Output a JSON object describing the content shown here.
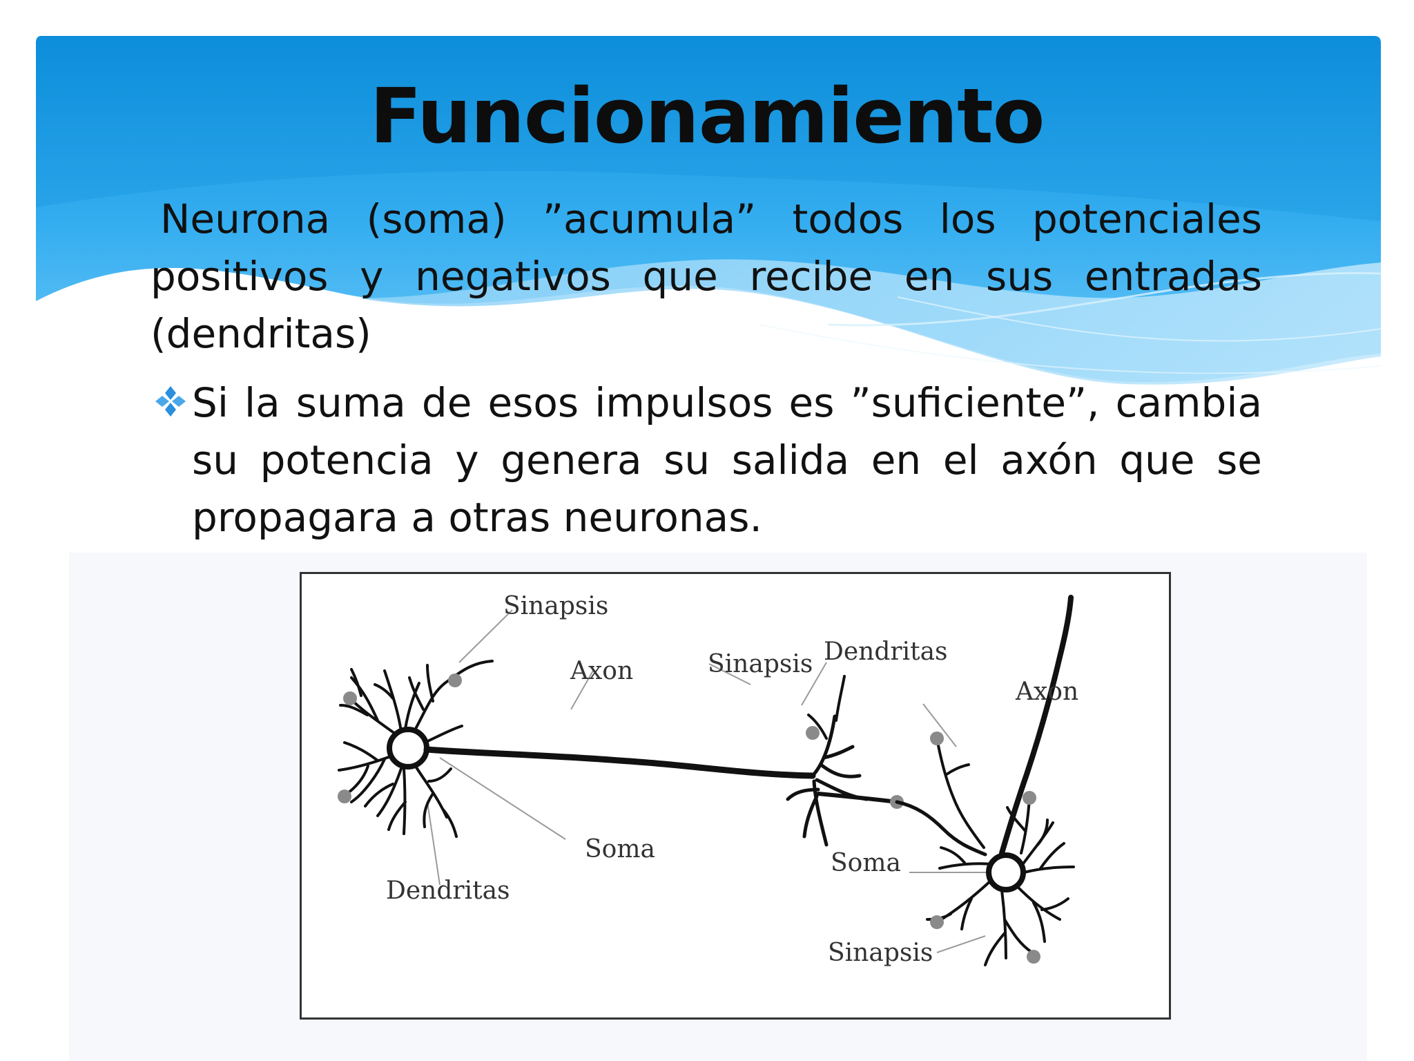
{
  "slide": {
    "title": "Funcionamiento",
    "paragraph": "Neurona (soma) ”acumula” todos los potenciales positivos y negativos que recibe en sus entradas (dendritas)",
    "bullet_text": "Si la suma de esos impulsos es ”suficiente”, cambia su potencia y genera su salida en el axón que se propagara a otras neuronas.",
    "bullet_icon": "four-diamond-bullet-icon",
    "colors": {
      "header_blue": "#1a9be4",
      "wave_light": "#a6dcf8",
      "bullet_blue": "#2a8fdc"
    }
  },
  "diagram": {
    "labels": {
      "sinapsis_top": "Sinapsis",
      "axon_left": "Axon",
      "soma_left": "Soma",
      "dendritas_left": "Dendritas",
      "sinapsis_mid": "Sinapsis",
      "dendritas_right": "Dendritas",
      "axon_right": "Axon",
      "soma_right": "Soma",
      "sinapsis_bottom": "Sinapsis"
    }
  }
}
